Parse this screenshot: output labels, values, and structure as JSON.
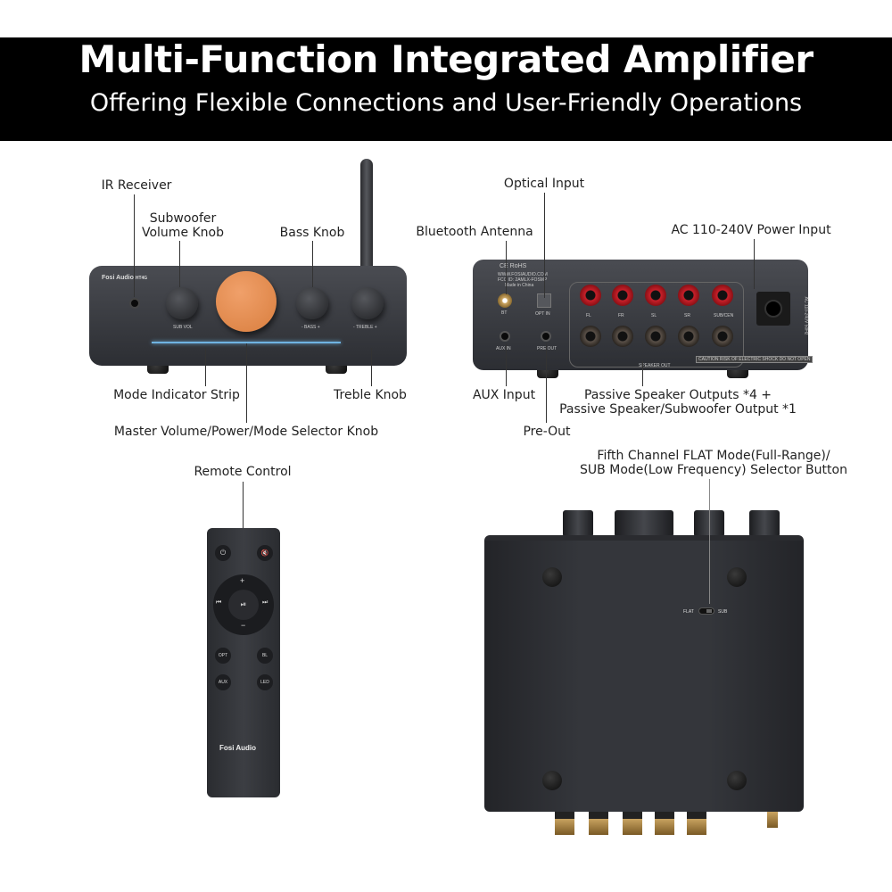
{
  "banner": {
    "title": "Multi-Function Integrated Amplifier",
    "subtitle": "Offering Flexible Connections and User-Friendly Operations"
  },
  "front": {
    "labels": {
      "ir": "IR Receiver",
      "sub_knob_1": "Subwoofer",
      "sub_knob_2": "Volume Knob",
      "bass": "Bass Knob",
      "strip": "Mode Indicator Strip",
      "treble": "Treble Knob",
      "master": "Master Volume/Power/Mode Selector Knob"
    },
    "panel": {
      "brand": "Fosi Audio",
      "model": "HT4G",
      "sub": "SUB VOL",
      "bass": "- BASS +",
      "treble": "- TREBLE +"
    }
  },
  "rear": {
    "labels": {
      "optical": "Optical Input",
      "bt": "Bluetooth Antenna",
      "ac": "AC 110-240V Power Input",
      "aux": "AUX Input",
      "speakers_1": "Passive Speaker Outputs *4 +",
      "speakers_2": "Passive Speaker/Subwoofer Output *1",
      "preout": "Pre-Out"
    },
    "panel": {
      "cert": "CE RoHS",
      "web": "WWW.FOSIAUDIO.COM",
      "fcc": "FCC ID: 2AMLX-FOSMP",
      "made": "Made in China",
      "bt": "BT",
      "opt": "OPT IN",
      "aux": "AUX IN",
      "pre": "PRE OUT",
      "channels": [
        "FL",
        "FR",
        "SL",
        "SR",
        "SUB/CEN"
      ],
      "speaker": "SPEAKER OUT",
      "caution": "CAUTION  RISK OF ELECTRIC SHOCK DO NOT OPEN",
      "ac": "AC 110-240V 50Hz"
    }
  },
  "remote": {
    "label": "Remote Control",
    "buttons": {
      "plus": "+",
      "minus": "−",
      "prev": "⏮",
      "play": "⏯",
      "next": "⏭",
      "opt": "OPT",
      "bt": "BL",
      "aux": "AUX",
      "led": "LED",
      "power": "⏻",
      "mute": "🔇"
    },
    "brand": "Fosi Audio"
  },
  "bottom": {
    "label_1": "Fifth Channel FLAT Mode(Full-Range)/",
    "label_2": "SUB Mode(Low Frequency) Selector Button",
    "flat": "FLAT",
    "sub": "SUB"
  }
}
